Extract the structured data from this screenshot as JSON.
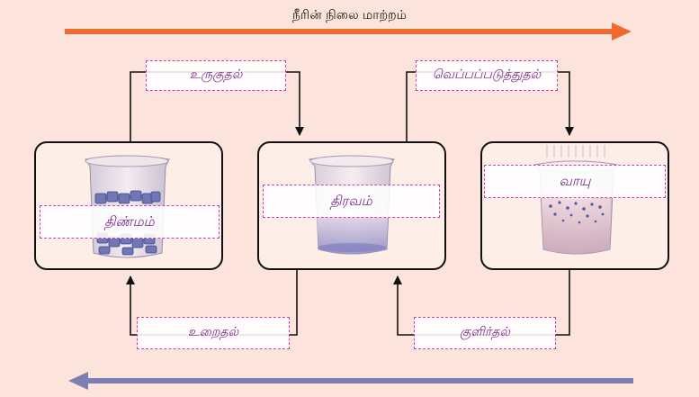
{
  "title": "நீரின் நிலை மாற்றம்",
  "states": {
    "solid": "திண்மம்",
    "liquid": "திரவம்",
    "gas": "வாயு"
  },
  "processes": {
    "melting": "உருகுதல்",
    "heating": "வெப்பப்படுத்துதல்",
    "freezing": "உறைதல்",
    "cooling": "குளிர்தல்"
  },
  "colors": {
    "forward_arrow": "#ee6a2e",
    "backward_arrow": "#7d7fb3",
    "label_text": "#7b2d8e",
    "label_border": "#d43aa8"
  }
}
